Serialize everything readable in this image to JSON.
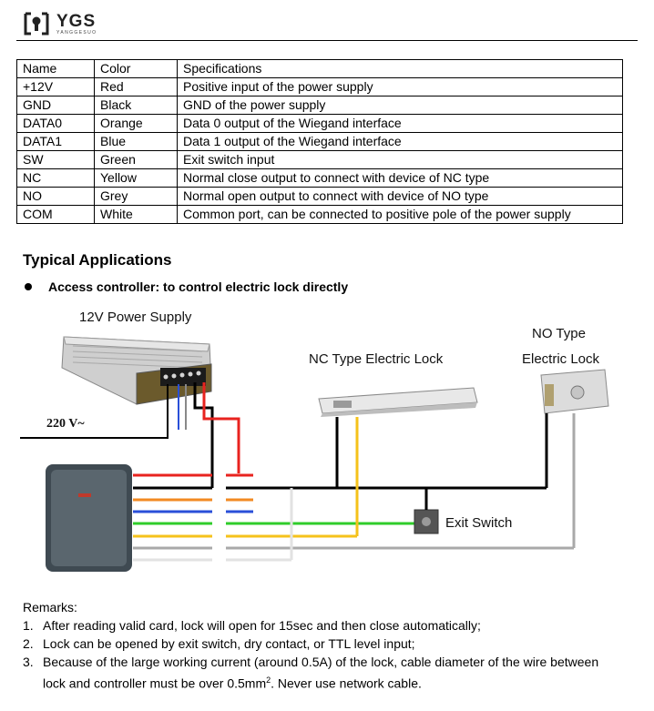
{
  "logo": {
    "name": "YGS",
    "sub": "YANGGESUO"
  },
  "spec_table": {
    "header": [
      "Name",
      "Color",
      "Specifications"
    ],
    "rows": [
      [
        "+12V",
        "Red",
        "Positive input of the power supply"
      ],
      [
        "GND",
        "Black",
        "GND of the power supply"
      ],
      [
        "DATA0",
        "Orange",
        "Data 0 output of the Wiegand interface"
      ],
      [
        "DATA1",
        "Blue",
        "Data 1 output of the Wiegand interface"
      ],
      [
        "SW",
        "Green",
        "Exit switch input"
      ],
      [
        "NC",
        "Yellow",
        "Normal close output to connect with device of NC type"
      ],
      [
        "NO",
        "Grey",
        "Normal open output to connect with device of NO type"
      ],
      [
        "COM",
        "White",
        "Common port, can be connected to positive pole of the power supply"
      ]
    ]
  },
  "section_title": "Typical Applications",
  "bullet": "Access controller: to control electric lock directly",
  "diagram": {
    "power_supply_label": "12V Power Supply",
    "mains_label": "220 V~",
    "nc_lock_label": "NC Type Electric Lock",
    "no_lock_label_1": "NO Type",
    "no_lock_label_2": "Electric Lock",
    "exit_switch_label": "Exit Switch",
    "wire_colors": {
      "red": "#e8231f",
      "black": "#000000",
      "orange": "#f28a22",
      "blue": "#2a4fd8",
      "green": "#2fcc2a",
      "yellow": "#f5c21b",
      "grey": "#a9a9a9",
      "white": "#f0f0f0"
    }
  },
  "remarks": {
    "title": "Remarks:",
    "items": [
      {
        "num": "1.",
        "text": "After reading valid card, lock will open for 15sec and then close automatically;"
      },
      {
        "num": "2.",
        "text": "Lock can be opened by exit switch, dry contact, or TTL level input;"
      },
      {
        "num": "3.",
        "text_a": "Because of the large working current (around 0.5A) of the lock, cable diameter of the wire between",
        "text_b": "lock and controller must be over 0.5mm",
        "sup": "2",
        "text_c": ". Never use network cable."
      }
    ]
  }
}
